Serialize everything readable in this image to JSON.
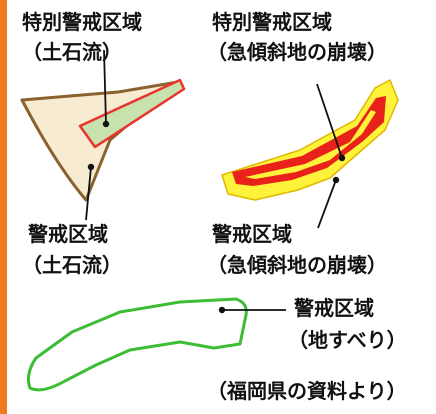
{
  "labels": {
    "tl_title": "特別警戒区域",
    "tl_sub": "（土石流）",
    "tr_title": "特別警戒区域",
    "tr_sub": "（急傾斜地の崩壊）",
    "ml_title": "警戒区域",
    "ml_sub": "（土石流）",
    "mr_title": "警戒区域",
    "mr_sub": "（急傾斜地の崩壊）",
    "br_title": "警戒区域",
    "br_sub": "（地すべり）",
    "source": "（福岡県の資料より）"
  },
  "colors": {
    "accent_bar": "#f07a1e",
    "debris_warning_fill": "#f7ecd2",
    "debris_warning_outline": "#8a6131",
    "special_fill": "#c8e2ae",
    "special_outline": "#e8342c",
    "slope_red": "#e8221b",
    "slope_yellow": "#fff23a",
    "landslide_outline": "#3cbd35"
  }
}
